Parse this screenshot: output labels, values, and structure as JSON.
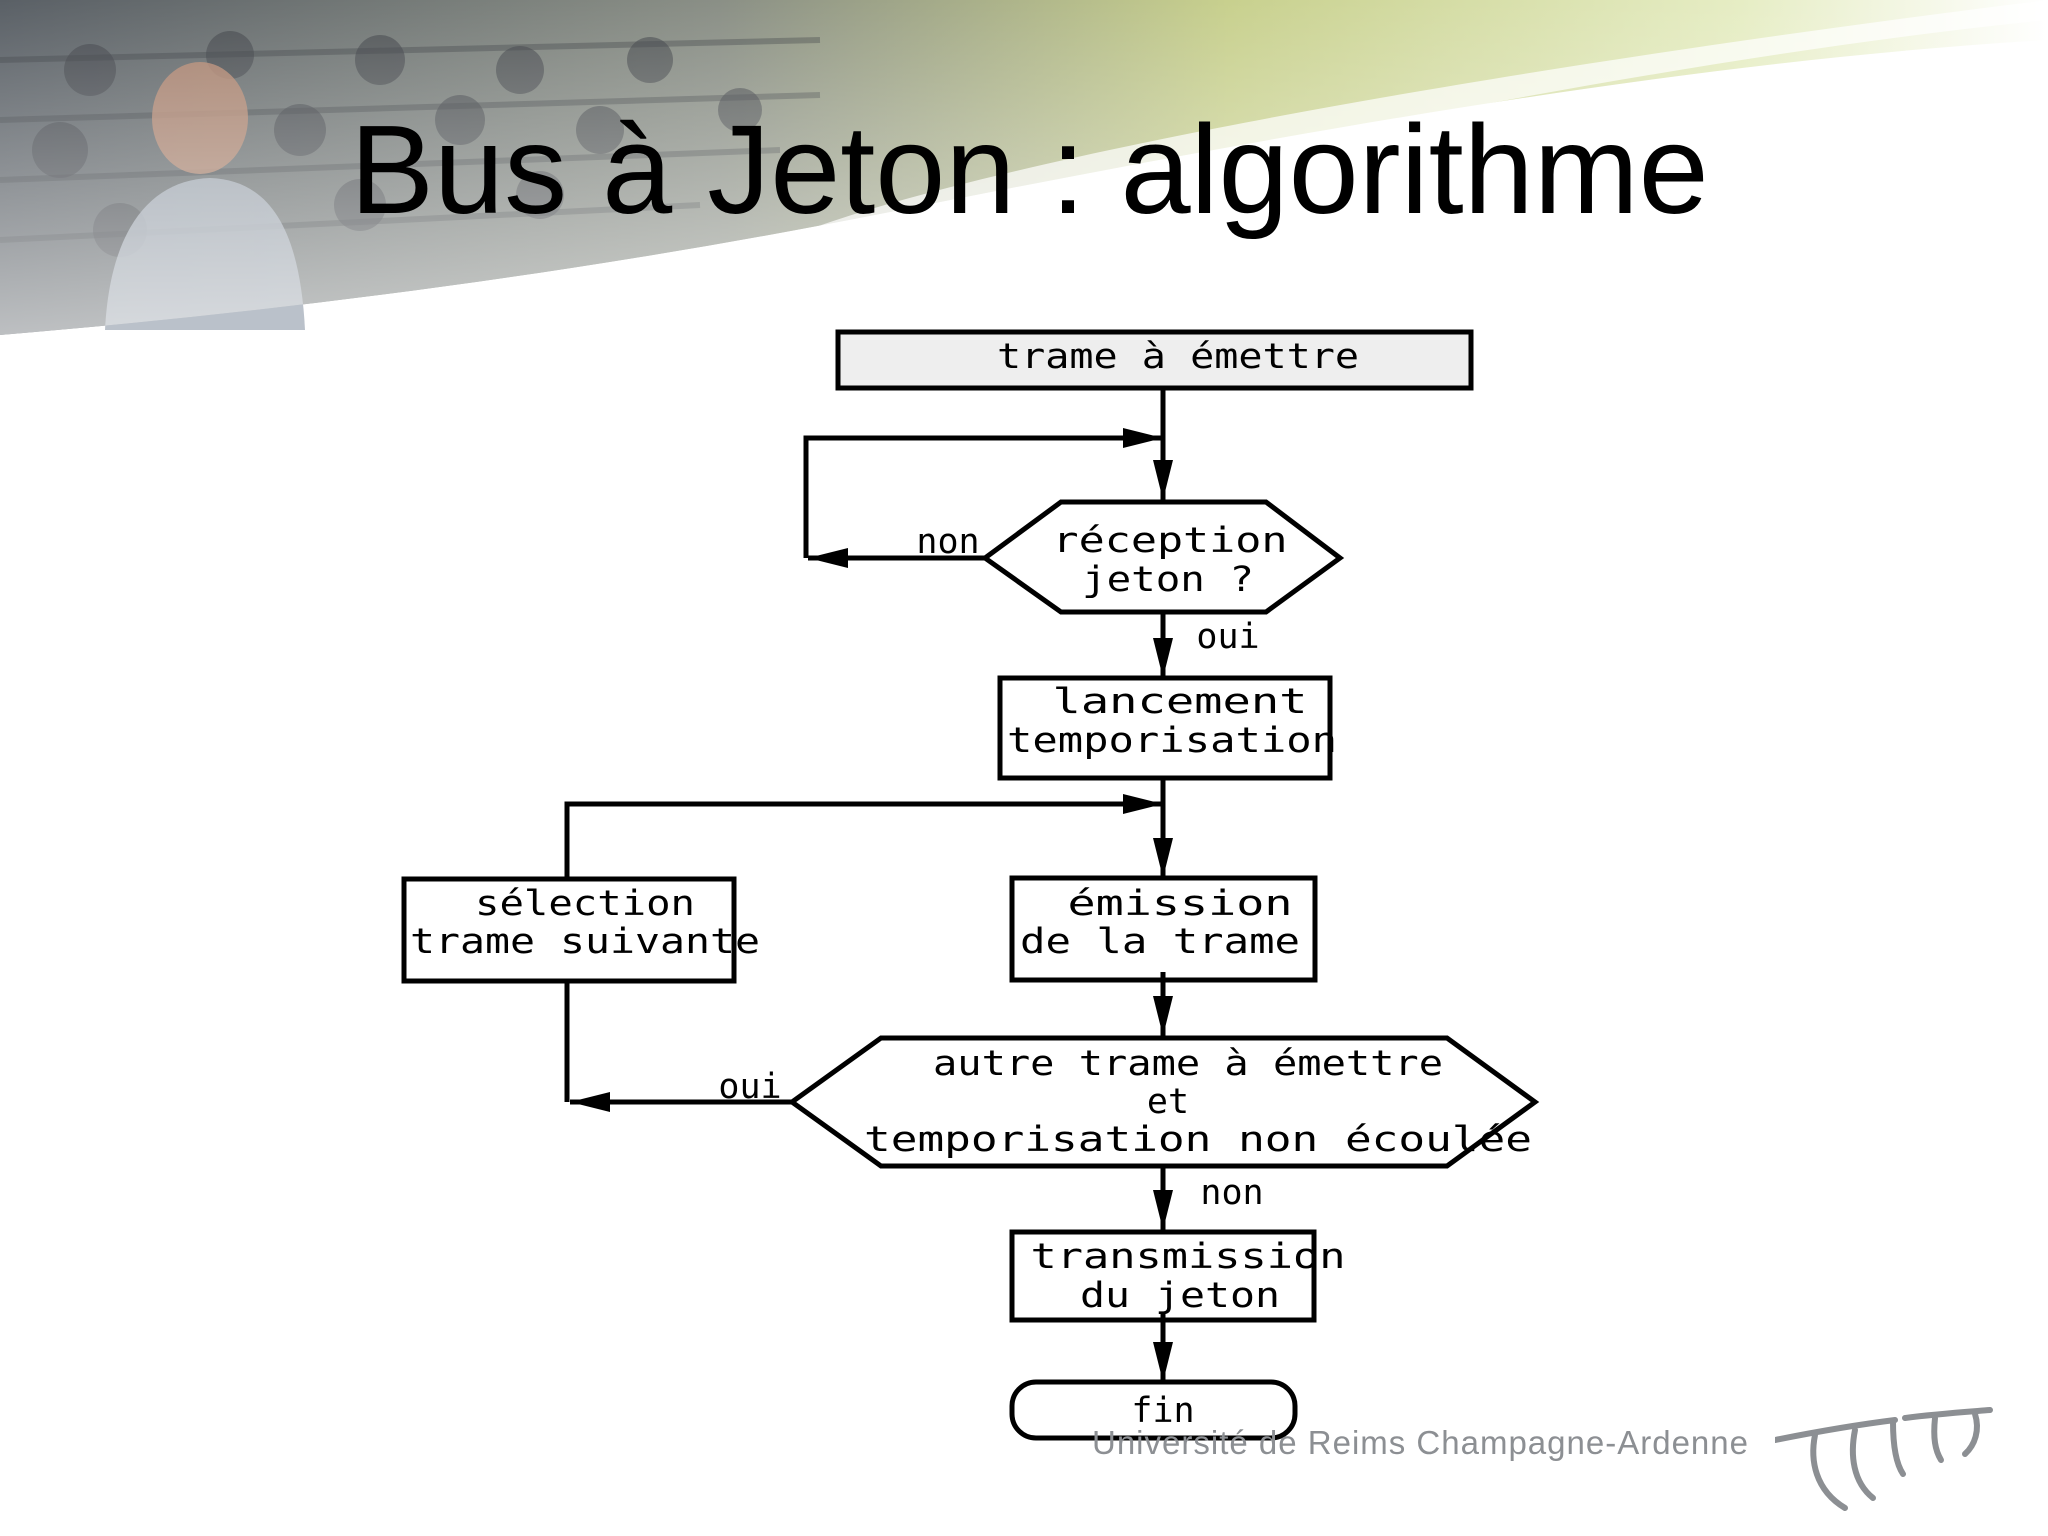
{
  "slide": {
    "title": "Bus à Jeton : algorithme"
  },
  "flowchart": {
    "start": "trame à émettre",
    "reception": {
      "line1": "réception",
      "line2": "jeton ?"
    },
    "reception_no": "non",
    "reception_yes": "oui",
    "timer": {
      "line1": "lancement",
      "line2": "temporisation"
    },
    "emission": {
      "line1": "émission",
      "line2": "de la  trame"
    },
    "selection": {
      "line1": "sélection",
      "line2": "trame suivante"
    },
    "condition": {
      "line1": "autre trame à émettre",
      "line2": "et",
      "line3": "temporisation non écoulée"
    },
    "condition_yes": "oui",
    "condition_no": "non",
    "transmission": {
      "line1": "transmission",
      "line2": "du jeton"
    },
    "end": "fin"
  },
  "footer": {
    "university": "Université de Reims Champagne-Ardenne"
  },
  "colors": {
    "banner_green": "#c9d98a",
    "logo_gray": "#8c8f93"
  }
}
